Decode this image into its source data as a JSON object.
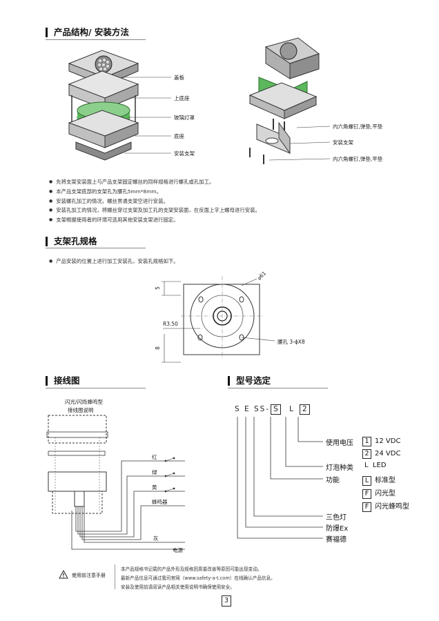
{
  "sections": {
    "structure": "产品结构/ 安装方法",
    "bracket_hole": "支架孔规格",
    "wiring": "接线图",
    "model": "型号选定"
  },
  "structure_labels": {
    "cover": "盖板",
    "upper_base": "上底座",
    "glass_cover": "玻璃灯罩",
    "base": "底座",
    "mount_bracket": "安装支架"
  },
  "install_labels": {
    "screw_top": "内六角螺钉,弹垫,平垫",
    "bracket": "安装支架",
    "screw_bottom": "内六角螺钉,弹垫,平垫"
  },
  "install_notes": [
    "先将支架安装面上与产品支架固定螺丝的同样规格进行螺孔或孔加工。",
    "本产品支架底部的支架孔为腰孔5mm*8mm。",
    "安装螺孔加工的情况，螺丝贯通支架空进行安装。",
    "安装孔加工的情况，将螺丝穿过支架及加工孔的支架安装面，在反面上字上螺母进行安装。",
    "支架根据使用者的环境可选用其他安装支架进行固定。"
  ],
  "hole_note": "产品安装的位置上进行加工安装孔，安装孔规格如下。",
  "hole_dims": {
    "top": "5",
    "diameter": "⌀61",
    "radius": "R3.50",
    "slot": "腰孔 3-ϕX8",
    "side": "8"
  },
  "wiring": {
    "caption_line1": "闪光/闪烁蜂鸣型",
    "caption_line2": "接线图说明",
    "wires": [
      "红",
      "绿",
      "黄",
      "蜂鸣器",
      "灰",
      "电源"
    ]
  },
  "model": {
    "code_prefix": "S E SS-",
    "code_box1": "S",
    "code_mid": "L",
    "code_box2": "2",
    "voltage_label": "使用电压",
    "voltage_options": [
      {
        "code": "1",
        "text": "12 VDC"
      },
      {
        "code": "2",
        "text": "24 VDC"
      }
    ],
    "bulb_label": "灯泡种类",
    "bulb_value": "L  LED",
    "function_label": "功能",
    "function_options": [
      {
        "code": "L",
        "text": "标准型"
      },
      {
        "code": "F",
        "text": "闪光型"
      },
      {
        "code": "F",
        "text": "闪光蜂鸣型"
      }
    ],
    "tricolor": "三色灯",
    "explosion": "防爆Ex",
    "brand": "赛福德"
  },
  "footer": {
    "warning_title": "使用前注意手册",
    "lines": [
      "本产品规格书记载的产品外形及规格因质量改善等原因可能出现变动。",
      "最新产品信息可通过我司官网（www.safety-a-t.com）在线确认产品信息。",
      "安装及使用前请阅读产品相关使用说明书确保使用安全。"
    ]
  },
  "page_number": "3"
}
